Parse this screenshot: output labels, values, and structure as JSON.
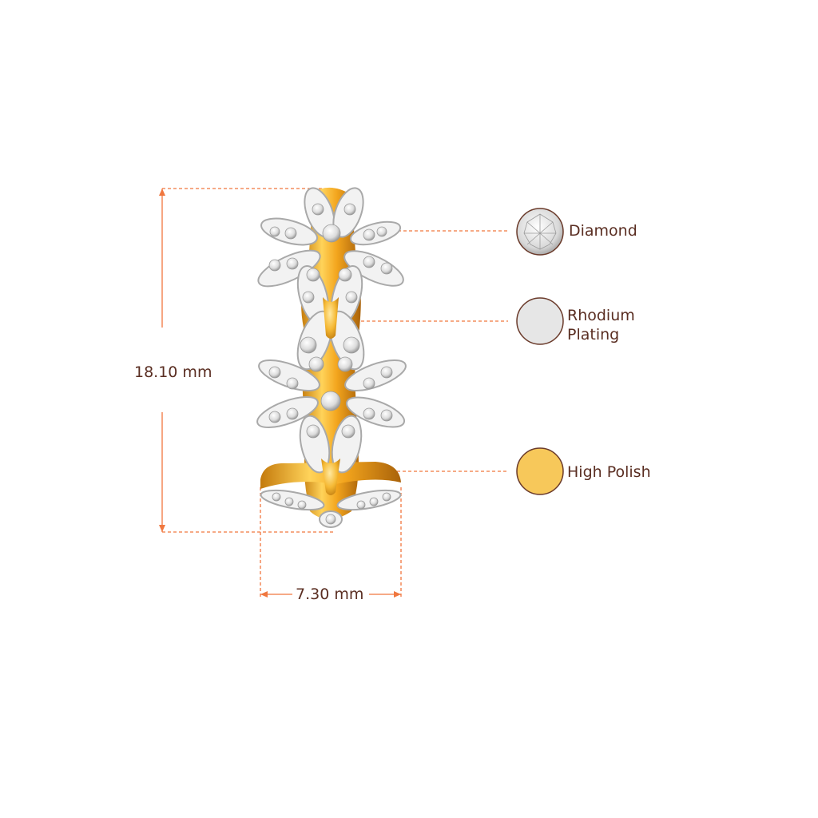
{
  "dimensions": {
    "height_label": "18.10 mm",
    "width_label": "7.30 mm"
  },
  "legend": {
    "diamond": {
      "label": "Diamond",
      "icon": "diamond-icon"
    },
    "rhodium": {
      "label_line1": "Rhodium",
      "label_line2": "Plating",
      "icon": "rhodium-swatch"
    },
    "polish": {
      "label": "High Polish",
      "icon": "gold-swatch"
    }
  },
  "colors": {
    "leader": "#f0773f",
    "text": "#5a2e22",
    "gold": "#f7c85a",
    "gold_dark": "#e3a21f",
    "rhodium": "#e6e6e6",
    "swatch_border": "#6a3a2a"
  }
}
